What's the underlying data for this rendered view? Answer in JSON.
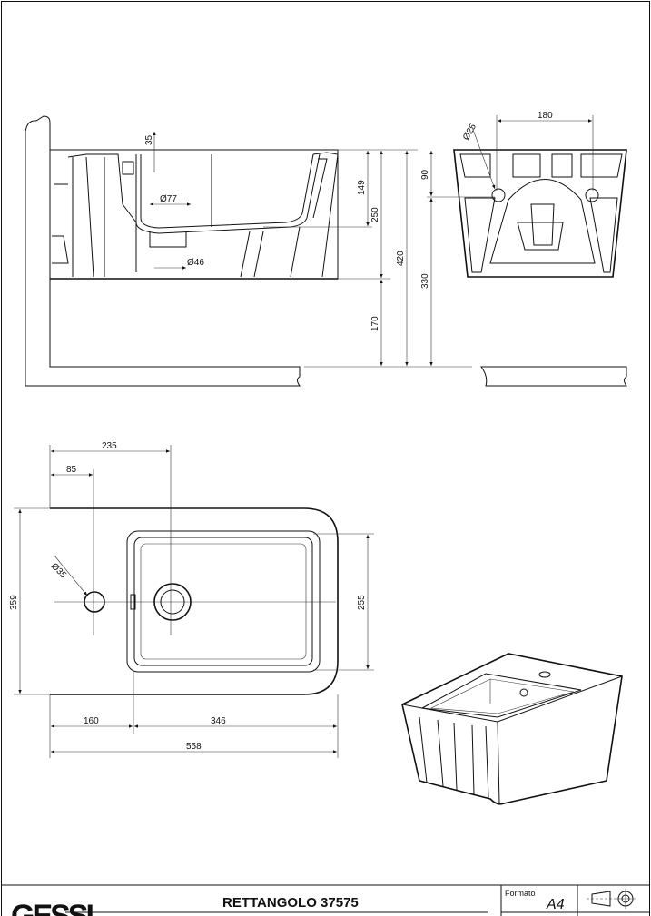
{
  "title_block": {
    "logo": "GESSI",
    "product_title": "RETTANGOLO 37575",
    "format_label": "Formato",
    "format_value": "A4"
  },
  "side_view": {
    "dimensions": {
      "top_offset": "35",
      "drain_diameter": "Ø77",
      "waste_diameter": "Ø46",
      "bowl_depth": "149",
      "body_height": "250",
      "floor_clearance": "170",
      "total_height": "420"
    }
  },
  "rear_view": {
    "dimensions": {
      "fixing_distance": "180",
      "fixing_hole": "Ø25",
      "fixing_height": "90",
      "fixing_to_floor": "330"
    }
  },
  "top_view": {
    "dimensions": {
      "drain_from_wall": "235",
      "tap_from_wall": "85",
      "tap_hole": "Ø35",
      "depth": "359",
      "bowl_width": "255",
      "bowl_from_wall": "160",
      "bowl_length": "346",
      "total_length": "558"
    }
  }
}
